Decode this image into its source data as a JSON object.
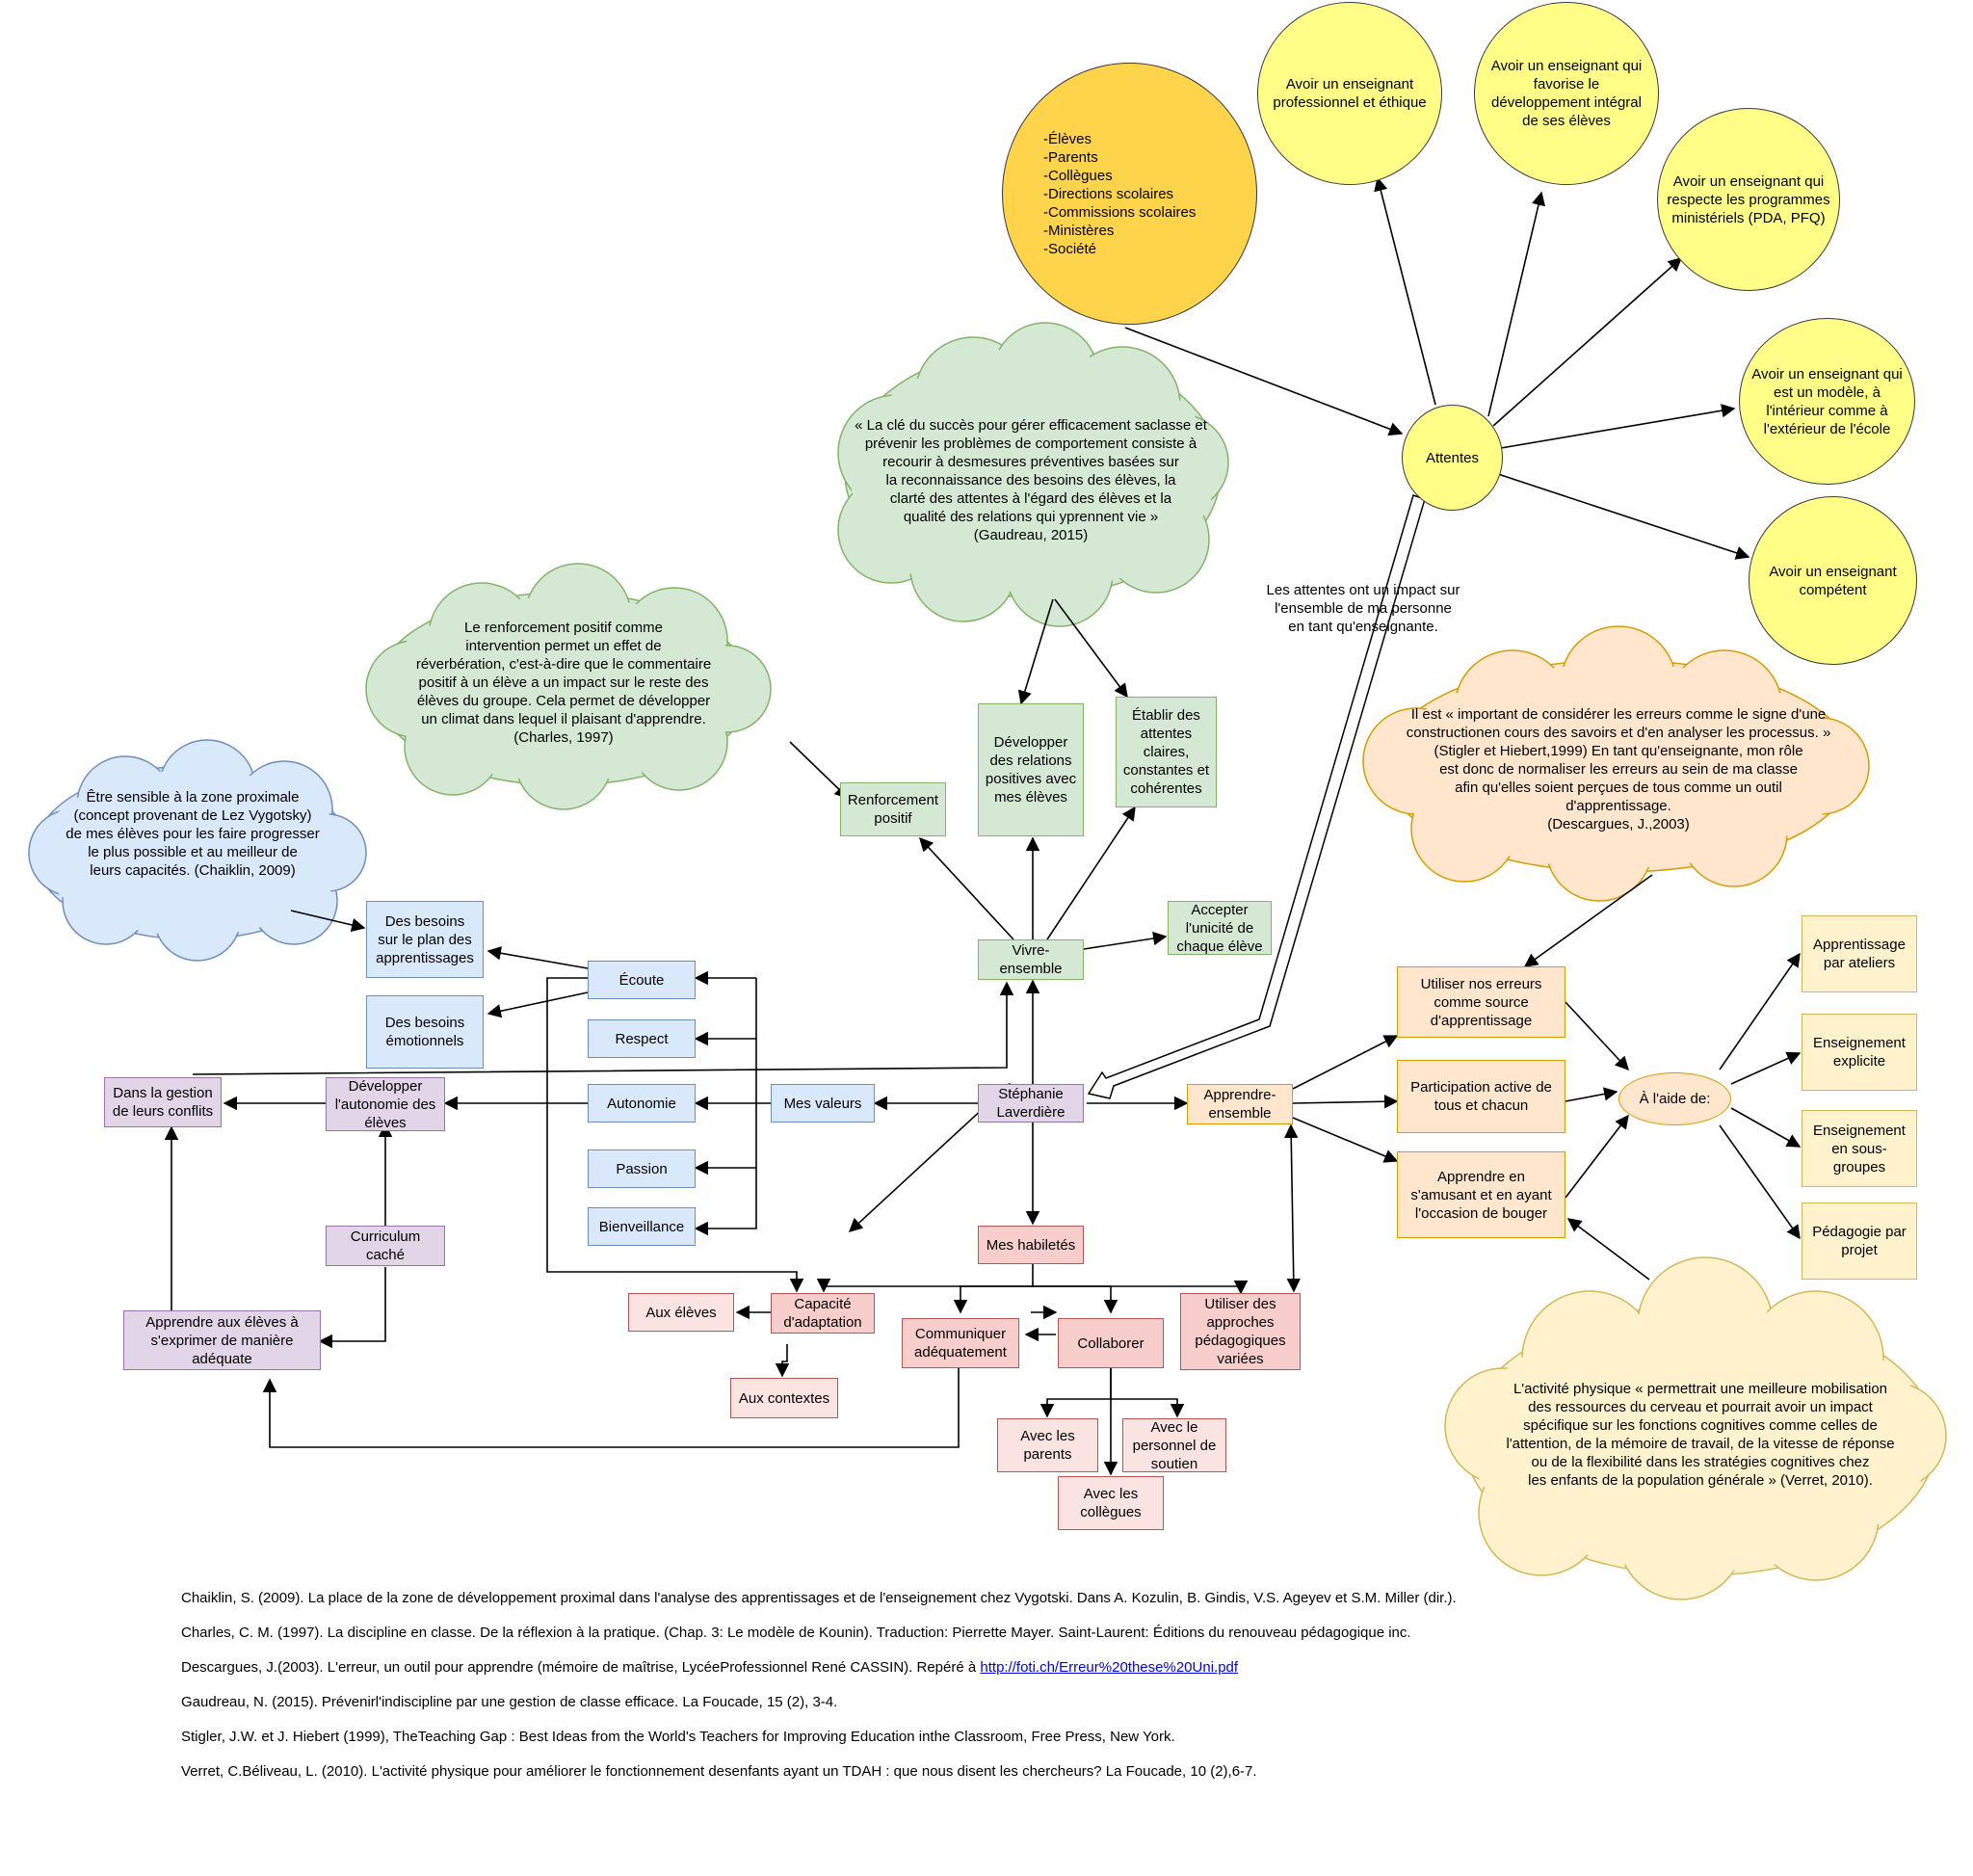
{
  "nodes": {
    "stephanie": "Stéphanie\nLaverdière",
    "mes_valeurs": "Mes valeurs",
    "ecoute": "Écoute",
    "respect": "Respect",
    "autonomie": "Autonomie",
    "passion": "Passion",
    "bienveillance": "Bienveillance",
    "besoins_apprentissages": "Des besoins\nsur le plan des\napprentissages",
    "besoins_emotionnels": "Des besoins\némotionnels",
    "dans_gestion": "Dans la gestion\nde leurs conflits",
    "developper_autonomie": "Développer\nl'autonomie des\nélèves",
    "curriculum": "Curriculum\ncaché",
    "apprendre_exprimer": "Apprendre aux élèves à\ns'exprimer de manière\nadéquate",
    "vivre_ensemble": "Vivre-\nensemble",
    "renforcement": "Renforcement\npositif",
    "developper_relations": "Développer\ndes relations\npositives avec\nmes élèves",
    "etablir_attentes": "Établir des\nattentes\nclaires,\nconstantes et\ncohérentes",
    "accepter_unicite": "Accepter\nl'unicité de\nchaque élève",
    "mes_habiletes": "Mes habiletés",
    "capacite_adaptation": "Capacité\nd'adaptation",
    "aux_eleves": "Aux élèves",
    "aux_contextes": "Aux contextes",
    "communiquer": "Communiquer\nadéquatement",
    "collaborer": "Collaborer",
    "avec_parents": "Avec les\nparents",
    "avec_personnel": "Avec le\npersonnel de\nsoutien",
    "avec_collegues": "Avec les\ncollègues",
    "approches_variees": "Utiliser des\napproches\npédagogiques\nvariées",
    "apprendre_ensemble": "Apprendre-\nensemble",
    "utiliser_erreurs": "Utiliser nos erreurs\ncomme source\nd'apprentissage",
    "participation_active": "Participation active de\ntous et chacun",
    "apprendre_amusant": "Apprendre en\ns'amusant et en ayant\nl'occasion de bouger",
    "a_laide_de": "À l'aide de:",
    "ateliers": "Apprentissage\npar ateliers",
    "explicite": "Enseignement\nexplicite",
    "sous_groupes": "Enseignement\nen sous-\ngroupes",
    "projet": "Pédagogie par\nprojet",
    "attentes": "Attentes",
    "stakeholders": "-Élèves\n-Parents\n-Collègues\n-Directions scolaires\n-Commissions scolaires\n-Ministères\n-Société",
    "att_professionnel": "Avoir un enseignant\nprofessionnel et éthique",
    "att_integral": "Avoir un enseignant qui\nfavorise le\ndéveloppement intégral\nde ses élèves",
    "att_programmes": "Avoir un enseignant qui\nrespecte les programmes\nministériels (PDA, PFQ)",
    "att_modele": "Avoir un enseignant qui\nest un modèle, à\nl'intérieur comme à\nl'extérieur de l'école",
    "att_competent": "Avoir un enseignant\ncompétent"
  },
  "impact_label": "Les attentes ont un impact sur\nl'ensemble de ma personne\nen tant qu'enseignante.",
  "clouds": {
    "gaudreau": "« La clé du succès pour gérer efficacement saclasse et\nprévenir les problèmes de comportement consiste à\nrecourir à desmesures préventives basées sur\nla reconnaissance des besoins des élèves, la\nclarté des attentes à l'égard des élèves et la\nqualité des relations qui yprennent vie »\n(Gaudreau, 2015)",
    "charles": "Le renforcement positif comme\nintervention permet un effet de\nréverbération, c'est-à-dire que le commentaire\npositif à un élève a un impact sur le reste des\nélèves du groupe. Cela permet de développer\nun climat dans lequel il plaisant d'apprendre.\n(Charles, 1997)",
    "chaiklin": "Être sensible à la zone proximale\n(concept provenant de Lez Vygotsky)\nde mes élèves pour les faire progresser\nle plus possible et au meilleur de\nleurs capacités. (Chaiklin, 2009)",
    "stigler": "Il est « important de considérer les erreurs comme le signe d'une\nconstructionen cours des savoirs et d'en analyser les processus. »\n(Stigler et Hiebert,1999) En tant qu'enseignante, mon rôle\nest donc de normaliser les erreurs au sein de ma classe\nafin qu'elles soient perçues de tous comme un outil\nd'apprentissage.\n(Descargues, J.,2003)",
    "verret": "L'activité physique « permettrait une meilleure mobilisation\ndes ressources du cerveau et pourrait avoir un impact\nspécifique sur les fonctions cognitives comme celles de\nl'attention, de la mémoire de travail, de la vitesse de réponse\nou de la flexibilité dans les stratégies cognitives chez\nles enfants de la population générale » (Verret, 2010)."
  },
  "references": {
    "chaiklin": "Chaiklin, S. (2009). La place de la zone de développement proximal dans l'analyse des apprentissages et de l'enseignement chez Vygotski. Dans A. Kozulin, B. Gindis, V.S. Ageyev et S.M. Miller (dir.).",
    "charles": "Charles, C. M. (1997). La discipline en classe. De la réflexion à la pratique. (Chap. 3: Le modèle de Kounin). Traduction: Pierrette Mayer. Saint-Laurent: Éditions du renouveau pédagogique inc.",
    "descargues_prefix": "Descargues, J.(2003). L'erreur, un outil pour apprendre (mémoire de maîtrise, LycéeProfessionnel René CASSIN). Repéré à ",
    "descargues_link": "http://foti.ch/Erreur%20these%20Uni.pdf",
    "gaudreau": "Gaudreau, N. (2015). Prévenirl'indiscipline par une gestion de classe efficace. La Foucade, 15 (2), 3-4.",
    "stigler": "Stigler, J.W. et J. Hiebert (1999), TheTeaching Gap : Best Ideas from the World's Teachers for Improving Education inthe Classroom, Free Press, New York.",
    "verret": "Verret, C.Béliveau, L. (2010). L'activité physique pour améliorer le fonctionnement desenfants ayant un TDAH : que nous disent les chercheurs? La Foucade, 10 (2),6-7."
  },
  "colors": {
    "blue_fill": "#dae8fc",
    "green_fill": "#d5e8d4",
    "purple_fill": "#e1d5e7",
    "red_fill": "#f8cecc",
    "orange_fill": "#ffe6cc",
    "yellow_fill": "#fff2cc",
    "circle_yellow": "#ffff88",
    "circle_orange": "#ffd34a"
  }
}
